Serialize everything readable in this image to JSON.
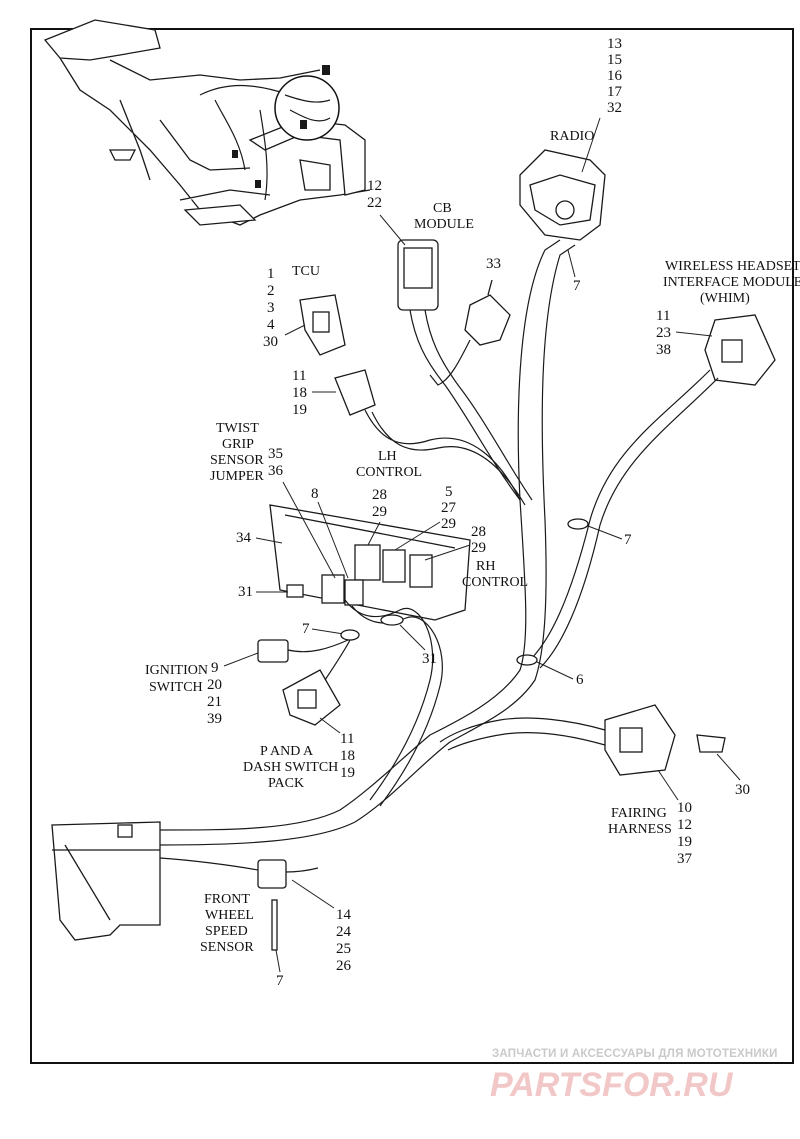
{
  "labels": {
    "radio": "RADIO",
    "cb_module_1": "CB",
    "cb_module_2": "MODULE",
    "tcu": "TCU",
    "whim_1": "WIRELESS HEADSET",
    "whim_2": "INTERFACE MODULE",
    "whim_3": "(WHIM)",
    "twist_1": "TWIST",
    "twist_2": "GRIP",
    "twist_3": "SENSOR",
    "twist_4": "JUMPER",
    "lh_1": "LH",
    "lh_2": "CONTROL",
    "rh_1": "RH",
    "rh_2": "CONTROL",
    "ign_1": "IGNITION",
    "ign_2": "SWITCH",
    "pa_1": "P AND A",
    "pa_2": "DASH SWITCH",
    "pa_3": "PACK",
    "fairing_1": "FAIRING",
    "fairing_2": "HARNESS",
    "fws_1": "FRONT",
    "fws_2": "WHEEL",
    "fws_3": "SPEED",
    "fws_4": "SENSOR"
  },
  "callouts": {
    "radio": [
      "13",
      "15",
      "16",
      "17",
      "32"
    ],
    "cb": [
      "12",
      "22"
    ],
    "c33": "33",
    "c7_radio": "7",
    "tcu": [
      "1",
      "2",
      "3",
      "4",
      "30"
    ],
    "whim": [
      "11",
      "23",
      "38"
    ],
    "c11_18_19": [
      "11",
      "18",
      "19"
    ],
    "twist": [
      "35",
      "36"
    ],
    "c8": "8",
    "lh": [
      "28",
      "29"
    ],
    "c5_27_29": [
      "5",
      "27",
      "29"
    ],
    "rh": [
      "28",
      "29"
    ],
    "c34": "34",
    "c7_mid": "7",
    "c31_left": "31",
    "c7_left": "7",
    "c31_right": "31",
    "c6": "6",
    "ign": [
      "9",
      "20",
      "21",
      "39"
    ],
    "pa": [
      "11",
      "18",
      "19"
    ],
    "fairing": [
      "10",
      "12",
      "19",
      "37"
    ],
    "c30": "30",
    "fws": [
      "14",
      "24",
      "25",
      "26"
    ],
    "c7_bottom": "7"
  },
  "watermark": {
    "top": "ЗАПЧАСТИ И АКСЕССУАРЫ ДЛЯ МОТОТЕХНИКИ",
    "logo": "PARTSFOR.RU"
  }
}
